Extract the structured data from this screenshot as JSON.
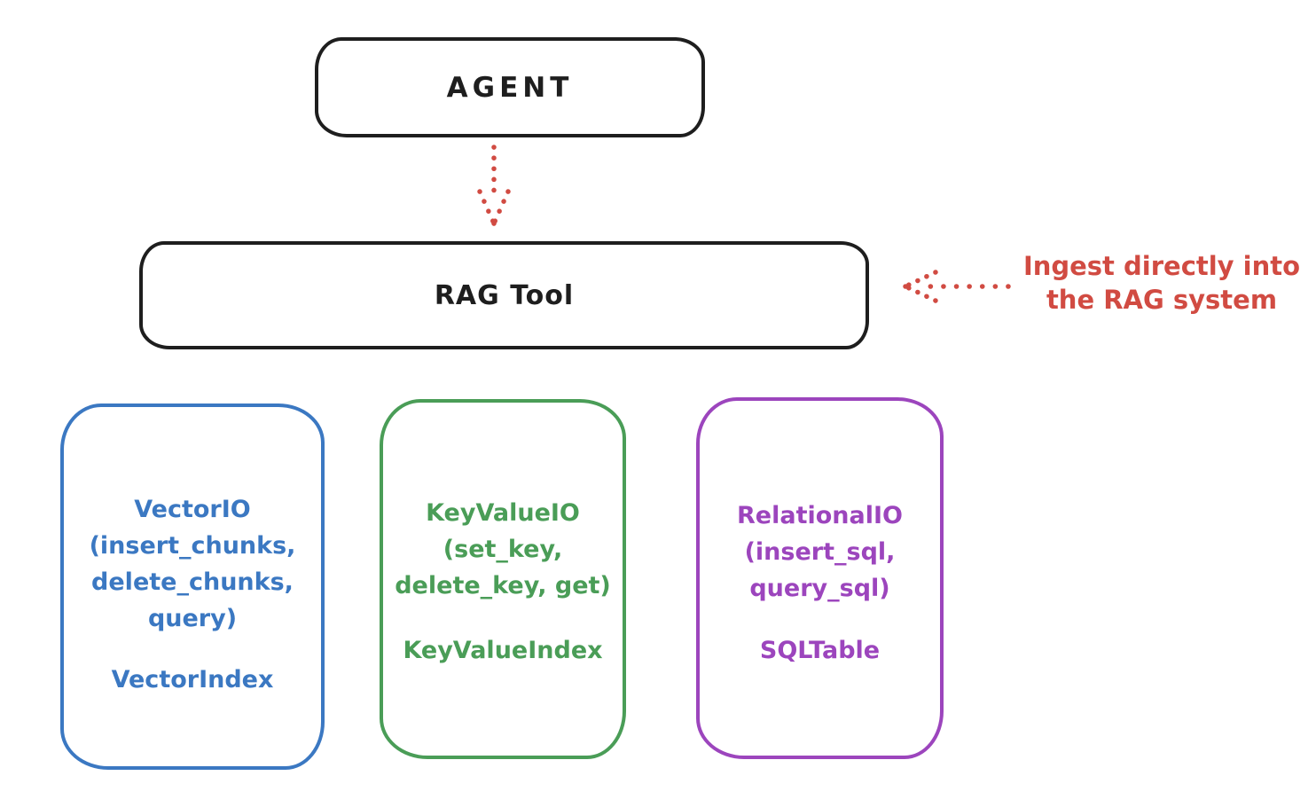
{
  "agent_box": {
    "label": "AGENT",
    "border_color": "#1e1e1e"
  },
  "rag_tool_box": {
    "label": "RAG Tool",
    "border_color": "#1e1e1e"
  },
  "annotation": {
    "line1": "Ingest directly into",
    "line2": "the RAG system",
    "color": "#d14b42"
  },
  "arrows": {
    "agent_to_rag": {
      "style": "dotted",
      "color": "#d14b42",
      "direction": "down"
    },
    "annotation_to_rag": {
      "style": "dotted",
      "color": "#d14b42",
      "direction": "left"
    }
  },
  "io_boxes": [
    {
      "name": "vector-io",
      "color": "#3b78c2",
      "lines": [
        "VectorIO",
        "(insert_chunks,",
        "delete_chunks,",
        "query)"
      ],
      "index_label": "VectorIndex"
    },
    {
      "name": "keyvalue-io",
      "color": "#4a9d57",
      "lines": [
        "KeyValueIO",
        "(set_key,",
        "delete_key, get)"
      ],
      "index_label": "KeyValueIndex"
    },
    {
      "name": "relational-io",
      "color": "#9c45bd",
      "lines": [
        "RelationalIO",
        "(insert_sql,",
        "query_sql)"
      ],
      "index_label": "SQLTable"
    }
  ]
}
